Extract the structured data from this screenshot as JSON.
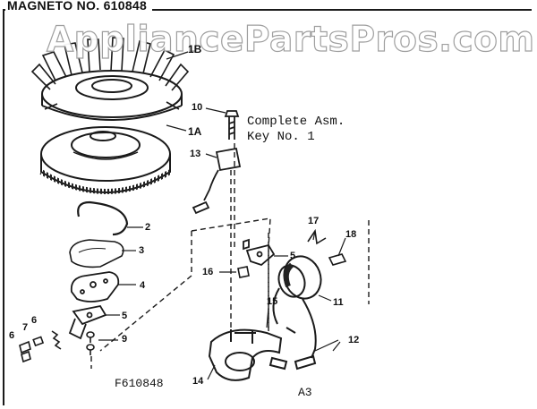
{
  "title": "MAGNETO NO. 610848",
  "watermark": "AppliancePartsPros.com",
  "note_line1": "Complete Asm.",
  "note_line2": "Key No. 1",
  "figure_code": "F610848",
  "sheet_code": "A3",
  "callouts": {
    "c1b": "1B",
    "c1a": "1A",
    "c2": "2",
    "c3": "3",
    "c4": "4",
    "c5_left": "5",
    "c5_right": "5",
    "c6_a": "6",
    "c6_b": "6",
    "c7": "7",
    "c9": "9",
    "c10": "10",
    "c11": "11",
    "c12": "12",
    "c13": "13",
    "c14": "14",
    "c15": "15",
    "c16": "16",
    "c17": "17",
    "c18": "18"
  }
}
